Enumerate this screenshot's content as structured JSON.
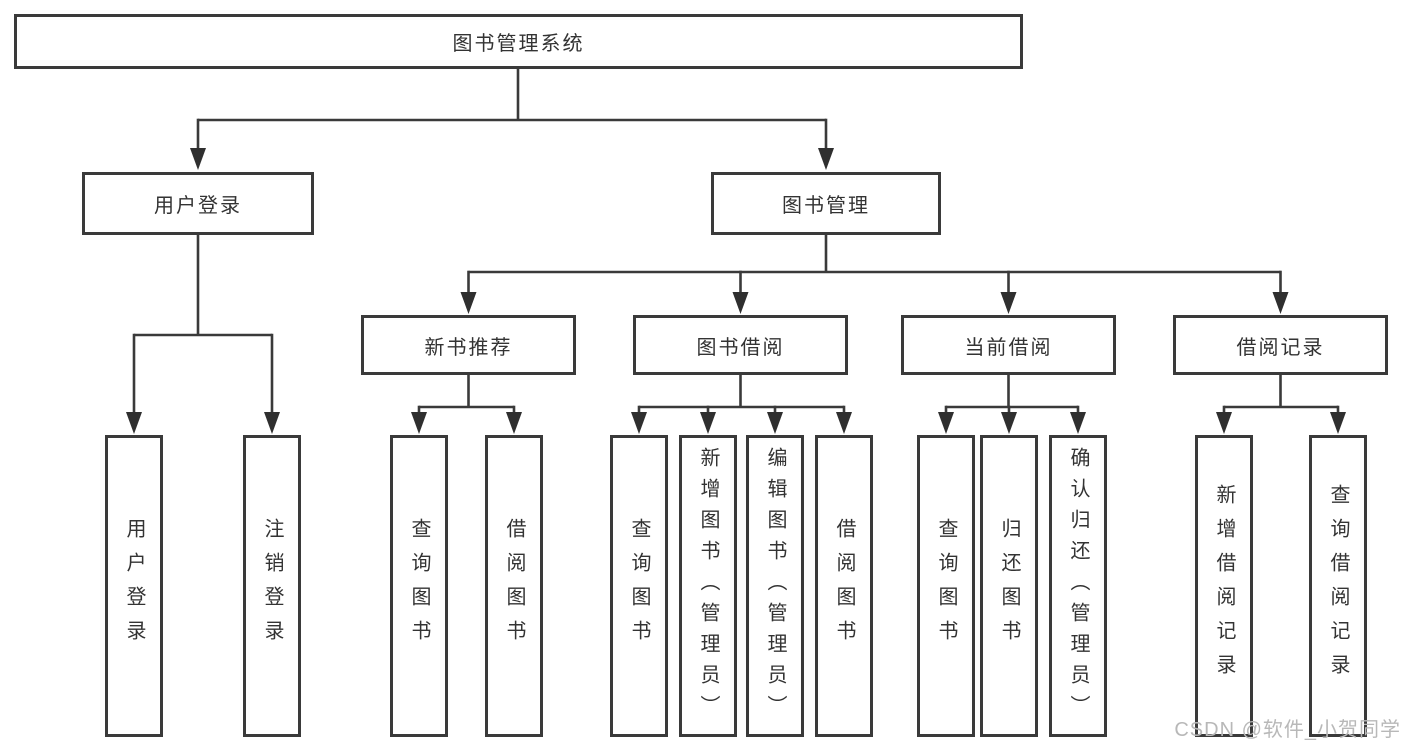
{
  "diagram_title": "图书管理系统",
  "tree": {
    "label": "图书管理系统",
    "children": [
      {
        "label": "用户登录",
        "children": [
          {
            "label": "用户登录"
          },
          {
            "label": "注销登录"
          }
        ]
      },
      {
        "label": "图书管理",
        "children": [
          {
            "label": "新书推荐",
            "children": [
              {
                "label": "查询图书"
              },
              {
                "label": "借阅图书"
              }
            ]
          },
          {
            "label": "图书借阅",
            "children": [
              {
                "label": "查询图书"
              },
              {
                "label": "新增图书（管理员）"
              },
              {
                "label": "编辑图书（管理员）"
              },
              {
                "label": "借阅图书"
              }
            ]
          },
          {
            "label": "当前借阅",
            "children": [
              {
                "label": "查询图书"
              },
              {
                "label": "归还图书"
              },
              {
                "label": "确认归还（管理员）"
              }
            ]
          },
          {
            "label": "借阅记录",
            "children": [
              {
                "label": "新增借阅记录"
              },
              {
                "label": "查询借阅记录"
              }
            ]
          }
        ]
      }
    ]
  },
  "watermark": {
    "text": "CSDN @软件_小贺同学"
  },
  "colors": {
    "line": "#3a3a3a",
    "box_border": "#3a3a3a",
    "text": "#333333",
    "background": "#ffffff",
    "watermark": "#b8b8b8"
  }
}
